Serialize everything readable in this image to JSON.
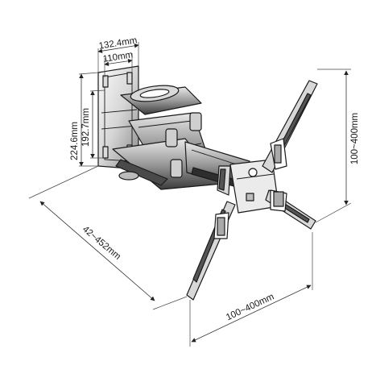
{
  "dimensions": {
    "wall_plate_outer_width": "132.4mm",
    "wall_plate_inner_width": "110mm",
    "wall_plate_outer_height": "224.6mm",
    "wall_plate_inner_height": "192.7mm",
    "extension_range": "42~452mm",
    "vesa_horizontal": "100~400mm",
    "vesa_vertical": "100~400mm"
  },
  "colors": {
    "line": "#1a1a1a",
    "metal_light": "#f2f2f2",
    "metal_mid": "#bdbdbd",
    "metal_dark": "#555555"
  }
}
